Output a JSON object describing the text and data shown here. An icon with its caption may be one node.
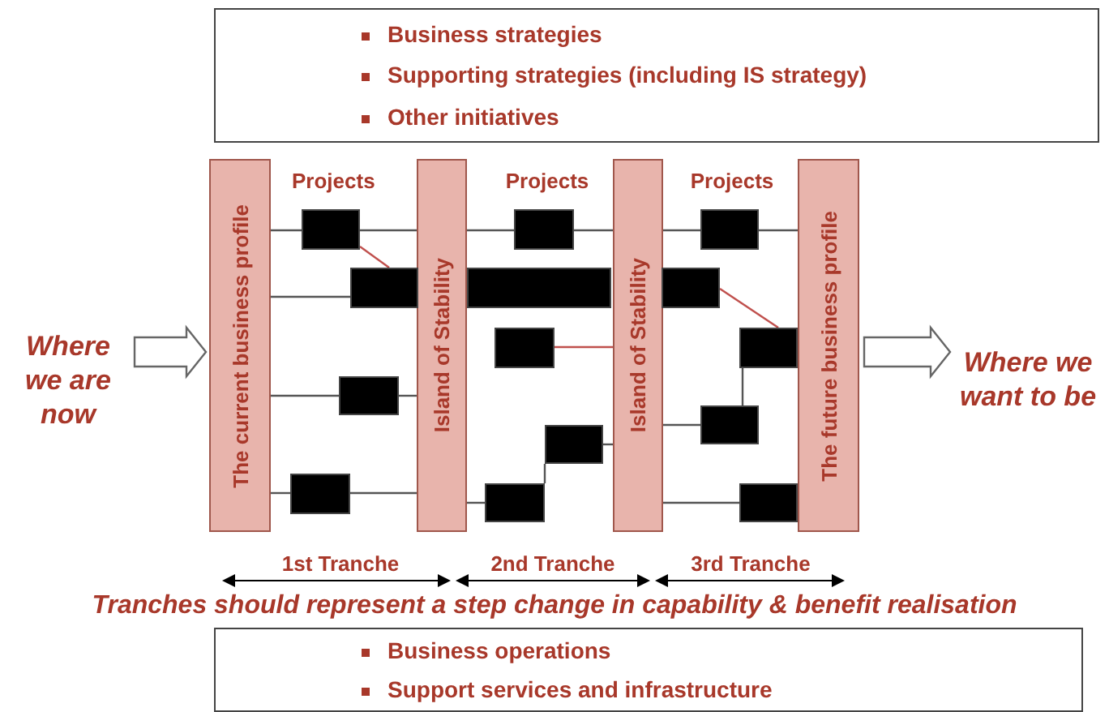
{
  "diagram": {
    "nodes": [
      {
        "text": [
          "Business strategies",
          "Supporting strategies (including IS strategy)",
          "Other initiatives"
        ]
      },
      {
        "text": [
          "Where we are now"
        ]
      },
      {
        "text": [
          "The current business profile"
        ]
      },
      {
        "text": [
          "Island of Stability"
        ]
      },
      {
        "text": [
          "Island of Stability"
        ]
      },
      {
        "text": [
          "The future business profile"
        ]
      },
      {
        "text": [
          "Where we want to be"
        ]
      },
      {
        "text": [
          "Business operations",
          "Support services and infrastructure"
        ]
      },
      {
        "text": [],
        "shape": "box"
      },
      {
        "text": [],
        "shape": "box"
      },
      {
        "text": [],
        "shape": "box"
      },
      {
        "text": [],
        "shape": "box"
      },
      {
        "text": [],
        "shape": "box"
      },
      {
        "text": [],
        "shape": "box"
      },
      {
        "text": [],
        "shape": "box"
      },
      {
        "text": [],
        "shape": "box"
      },
      {
        "text": [],
        "shape": "box"
      },
      {
        "text": [],
        "shape": "box"
      },
      {
        "text": [],
        "shape": "box"
      },
      {
        "text": [],
        "shape": "box"
      },
      {
        "text": [],
        "shape": "box"
      },
      {
        "text": [],
        "shape": "box"
      }
    ],
    "edges": [
      {
        "from": 1,
        "to": 2,
        "arrow": "to"
      },
      {
        "from": 2,
        "to": 8,
        "arrow": "none"
      },
      {
        "from": 8,
        "to": 3,
        "arrow": "none"
      },
      {
        "from": 3,
        "to": 12,
        "arrow": "none"
      },
      {
        "from": 12,
        "to": 4,
        "arrow": "none"
      },
      {
        "from": 4,
        "to": 17,
        "arrow": "none"
      },
      {
        "from": 17,
        "to": 5,
        "arrow": "none"
      },
      {
        "from": 8,
        "to": 9,
        "arrow": "none",
        "color": "#c0504d"
      },
      {
        "from": 2,
        "to": 9,
        "arrow": "none"
      },
      {
        "from": 18,
        "to": 19,
        "arrow": "none",
        "color": "#c0504d"
      },
      {
        "from": 14,
        "to": 4,
        "arrow": "none",
        "color": "#c0504d"
      },
      {
        "from": 19,
        "to": 20,
        "arrow": "none"
      },
      {
        "from": 2,
        "to": 10,
        "arrow": "none"
      },
      {
        "from": 10,
        "to": 3,
        "arrow": "none"
      },
      {
        "from": 15,
        "to": 4,
        "arrow": "none"
      },
      {
        "from": 4,
        "to": 20,
        "arrow": "none"
      },
      {
        "from": 2,
        "to": 11,
        "arrow": "none"
      },
      {
        "from": 11,
        "to": 3,
        "arrow": "none"
      },
      {
        "from": 3,
        "to": 16,
        "arrow": "none"
      },
      {
        "from": 16,
        "to": 15,
        "arrow": "none"
      },
      {
        "from": 4,
        "to": 21,
        "arrow": "none"
      },
      {
        "from": 5,
        "to": 6,
        "arrow": "to"
      }
    ],
    "labels": [
      "Projects",
      "Projects",
      "Projects",
      "1st Tranche",
      "2nd Tranche",
      "3rd Tranche",
      "Tranches should represent a step change in capability & benefit realisation"
    ]
  }
}
